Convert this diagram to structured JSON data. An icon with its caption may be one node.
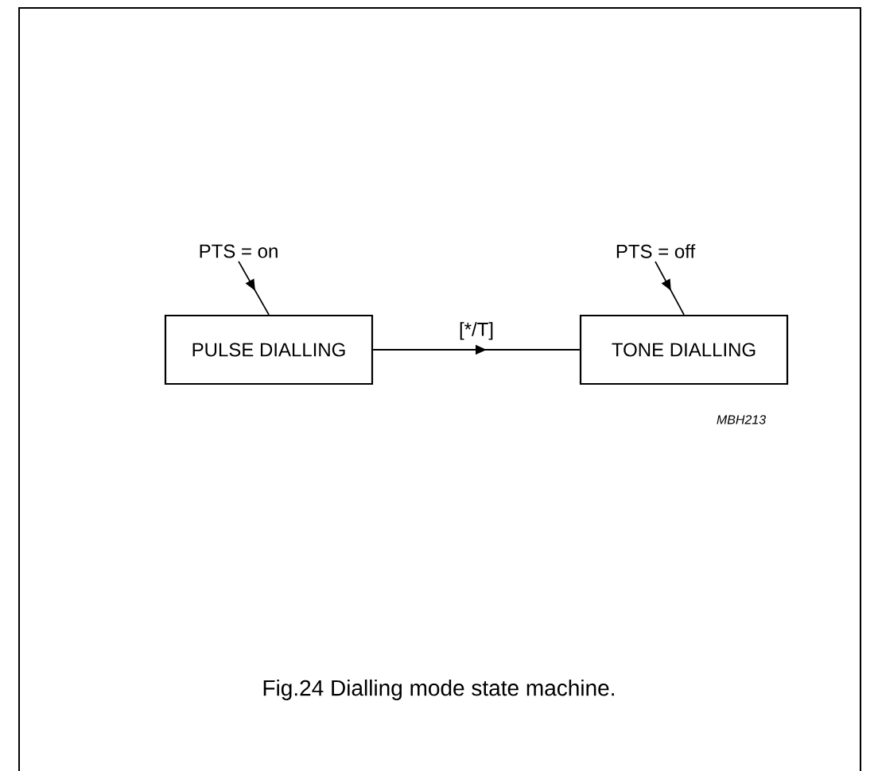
{
  "diagram": {
    "caption": "Fig.24  Dialling mode state machine.",
    "nodes": [
      {
        "text": [
          "PTS = on"
        ]
      },
      {
        "text": [
          "PTS = off"
        ]
      },
      {
        "text": [
          "PULSE DIALLING"
        ]
      },
      {
        "text": [
          "TONE DIALLING"
        ]
      }
    ],
    "edges": [
      {
        "from": 0,
        "to": 2,
        "arrow": "to"
      },
      {
        "from": 1,
        "to": 3,
        "arrow": "to"
      },
      {
        "from": 2,
        "to": 3,
        "arrow": "to",
        "label": "[*/T]"
      }
    ],
    "labels": [
      "MBH213"
    ]
  }
}
